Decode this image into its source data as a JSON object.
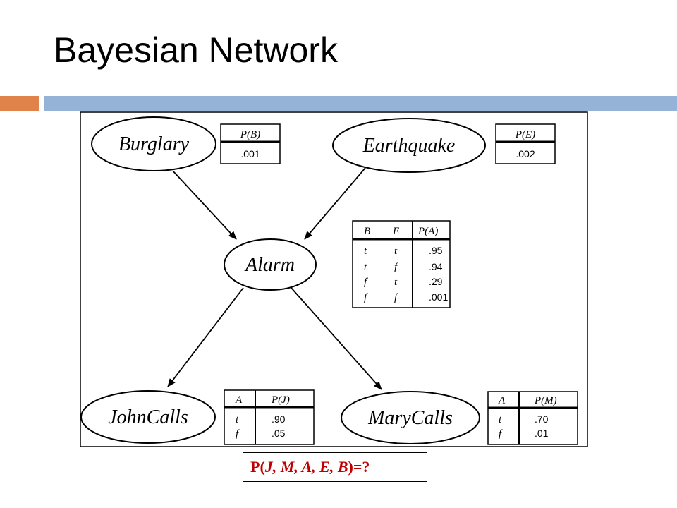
{
  "slide": {
    "title": "Bayesian Network"
  },
  "accent_colors": {
    "orange": "#e0834b",
    "blue": "#94b3d6",
    "query_red": "#c00000"
  },
  "nodes": {
    "burglary": "Burglary",
    "earthquake": "Earthquake",
    "alarm": "Alarm",
    "johncalls": "JohnCalls",
    "marycalls": "MaryCalls"
  },
  "cpt_b": {
    "header": "P(B)",
    "value": ".001"
  },
  "cpt_e": {
    "header": "P(E)",
    "value": ".002"
  },
  "cpt_a": {
    "headers": [
      "B",
      "E",
      "P(A)"
    ],
    "rows": [
      [
        "t",
        "t",
        ".95"
      ],
      [
        "t",
        "f",
        ".94"
      ],
      [
        "f",
        "t",
        ".29"
      ],
      [
        "f",
        "f",
        ".001"
      ]
    ]
  },
  "cpt_j": {
    "headers": [
      "A",
      "P(J)"
    ],
    "rows": [
      [
        "t",
        ".90"
      ],
      [
        "f",
        ".05"
      ]
    ]
  },
  "cpt_m": {
    "headers": [
      "A",
      "P(M)"
    ],
    "rows": [
      [
        "t",
        ".70"
      ],
      [
        "f",
        ".01"
      ]
    ]
  },
  "query": {
    "prefix": "P(",
    "vars": "J, M, A, E, B",
    "suffix": ")=?"
  }
}
